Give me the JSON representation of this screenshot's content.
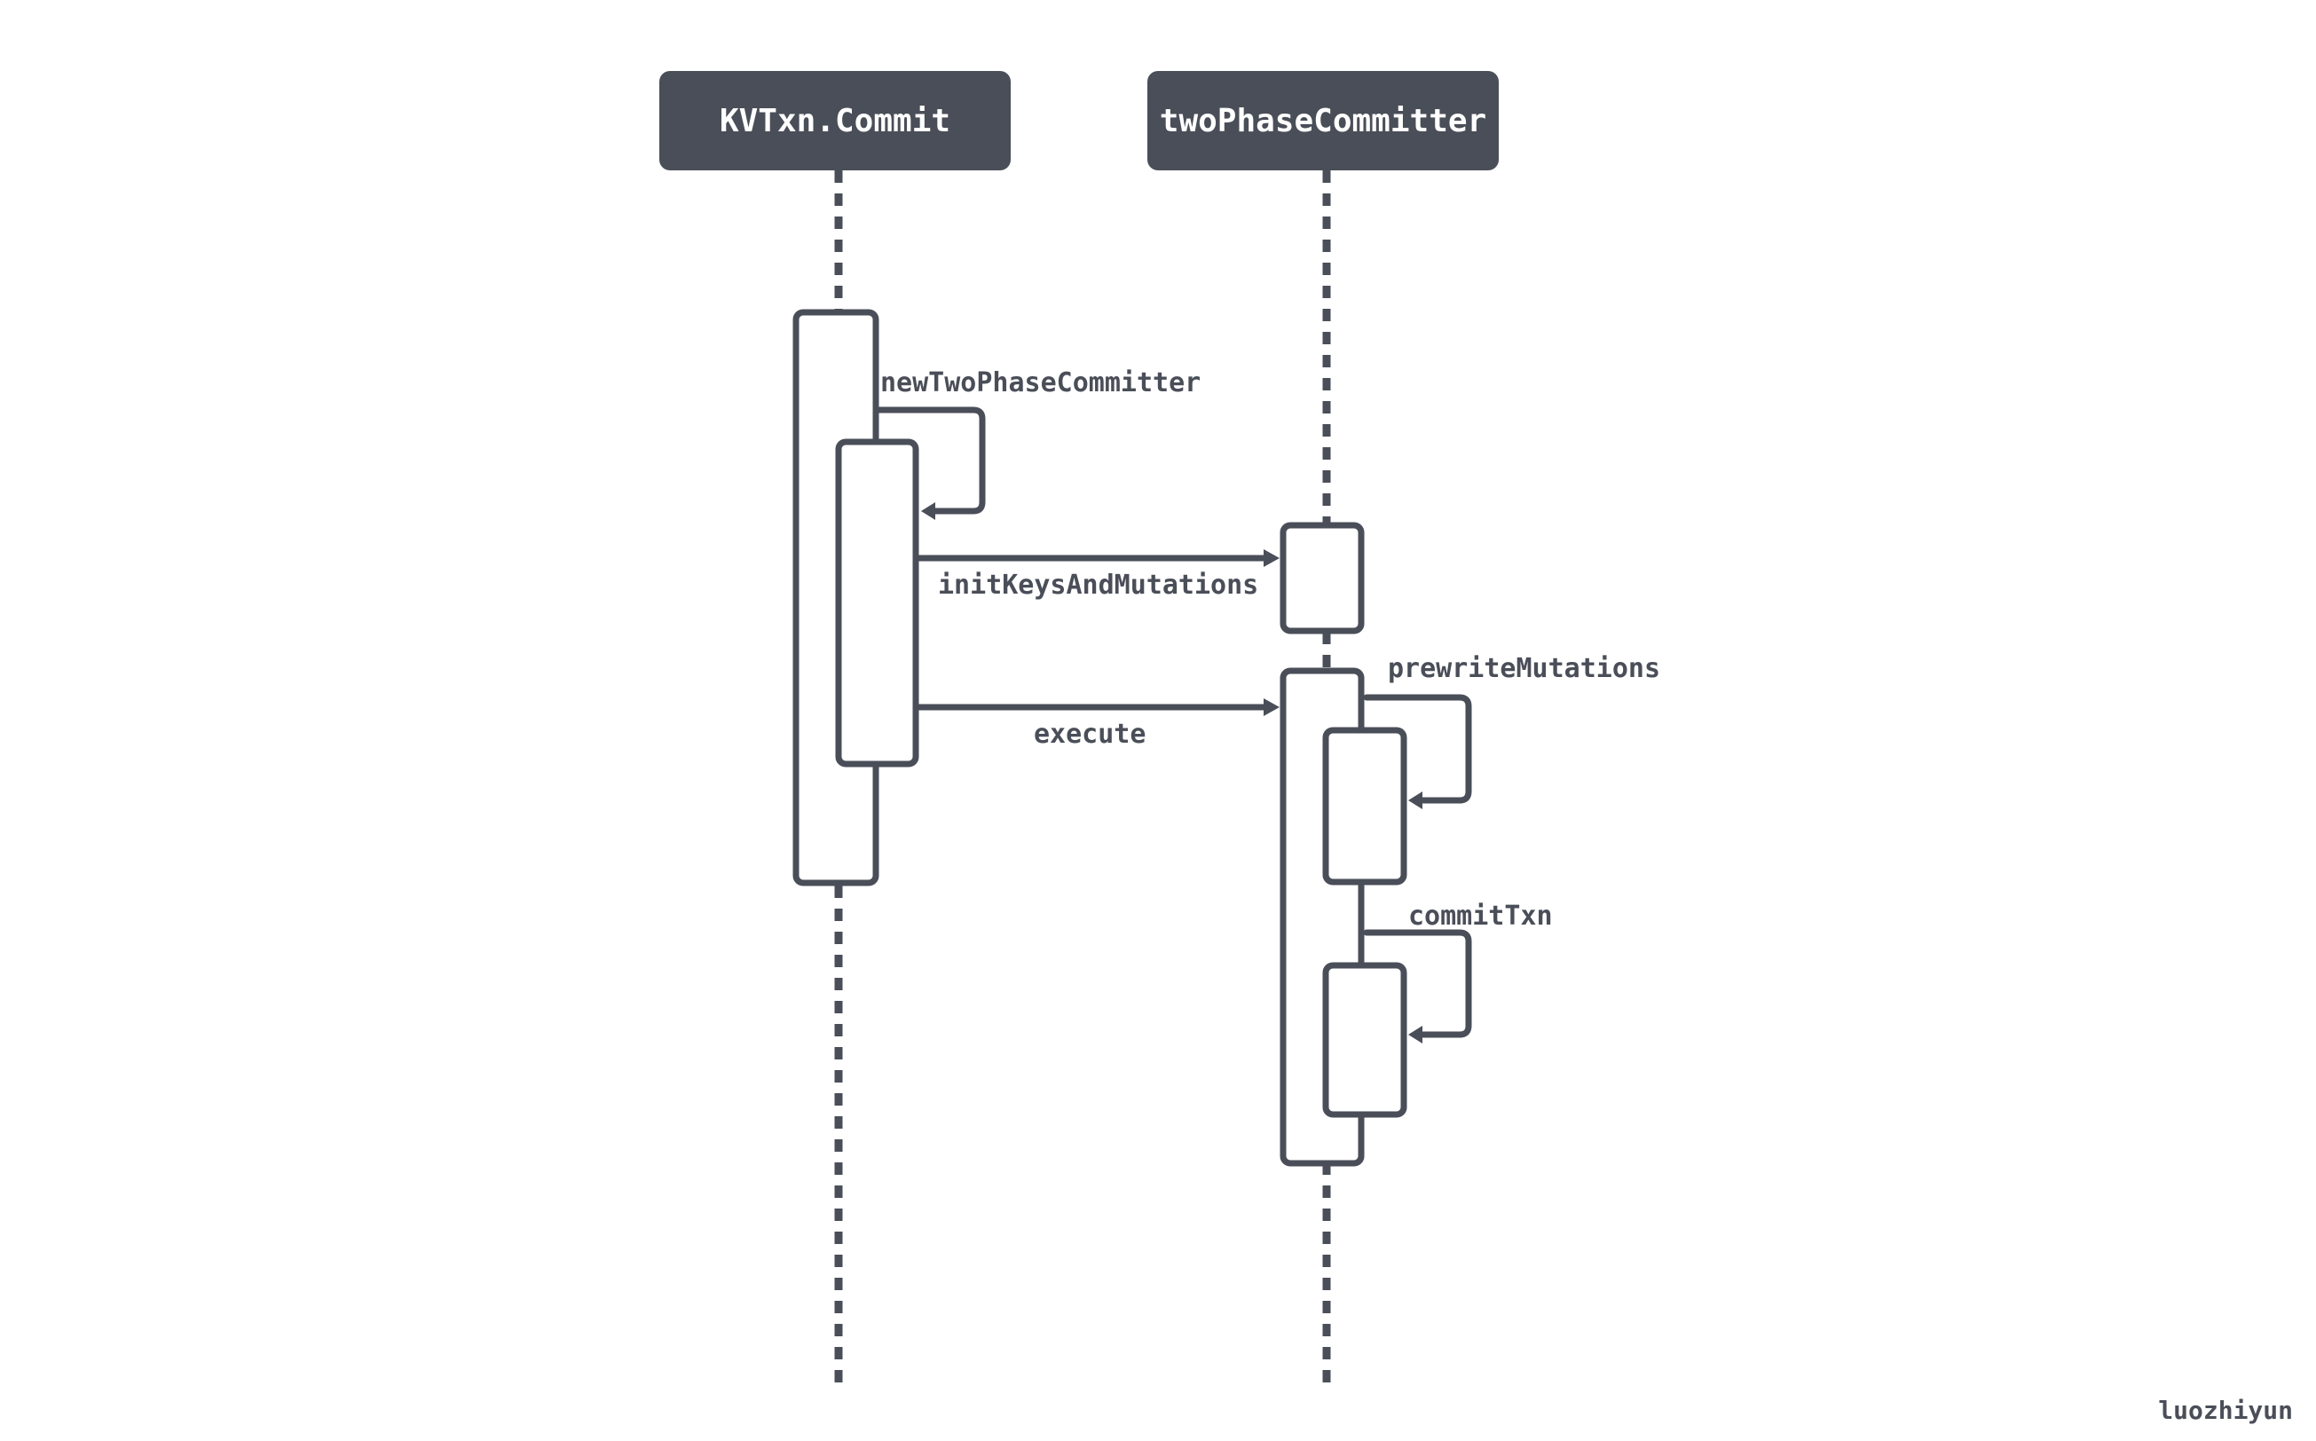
{
  "participants": {
    "kvtxn": "KVTxn.Commit",
    "committer": "twoPhaseCommitter"
  },
  "messages": {
    "new_committer": "newTwoPhaseCommitter",
    "init_keys": "initKeysAndMutations",
    "execute": "execute",
    "prewrite": "prewriteMutations",
    "commit_txn": "commitTxn"
  },
  "author": "luozhiyun"
}
